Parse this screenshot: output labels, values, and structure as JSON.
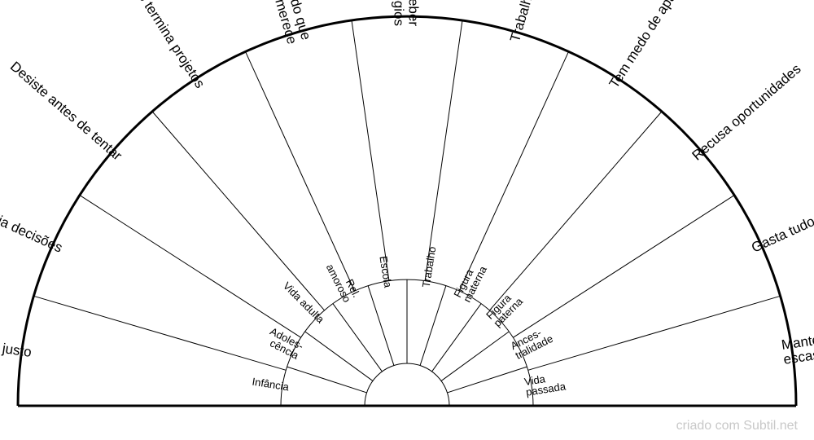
{
  "diagram": {
    "outer_sectors": [
      "Não cobra o valor justo",
      "Adia decisões",
      "Desiste antes de tentar",
      "Não termina projetos",
      "Aceita menos do que|merece",
      "Não consegue receber|elogios",
      "Trabalha demais",
      "Tem medo de aparecer",
      "Recusa oportunidades",
      "Gasta tudo o que ganha",
      "Mantém padrão de|escassez"
    ],
    "inner_sectors": [
      "Infância",
      "Adoles-|cência",
      "Vida adulta",
      "Rel.|amoroso",
      "Escola",
      "Trabalho",
      "Figura|materna",
      "Figura|paterna",
      "Ances-|tralidade",
      "Vida|passada"
    ],
    "colors": {
      "stroke": "#000000",
      "fill": "#ffffff"
    }
  },
  "footer": {
    "credit": "criado com Subtil.net"
  }
}
